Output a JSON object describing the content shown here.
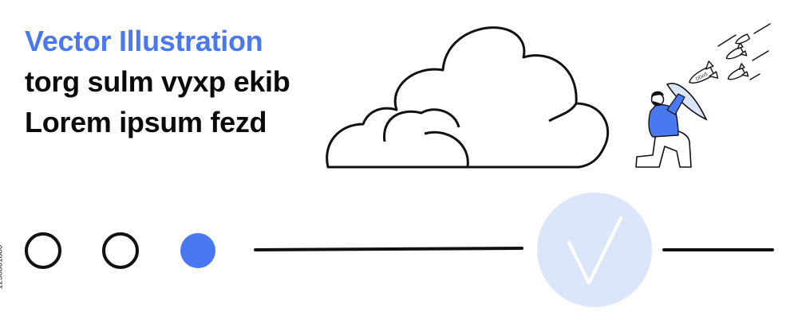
{
  "headline": {
    "accent_line": "Vector Illustration",
    "body_text": "torg sulm vyxp ekib Lorem ipsum fezd"
  },
  "side_id": "1250801880",
  "steps": {
    "count": 3,
    "active_index": 2
  },
  "rocket_label": "DDoS",
  "colors": {
    "accent": "#4a78f0",
    "text": "#0a0a0a",
    "check_circle": "#dce6fb",
    "stroke": "#111111"
  },
  "icons": {
    "cloud": "cloud-icon",
    "check": "check-icon",
    "shield_person": "person-with-shield-illustration",
    "missiles": "missile-icon"
  }
}
